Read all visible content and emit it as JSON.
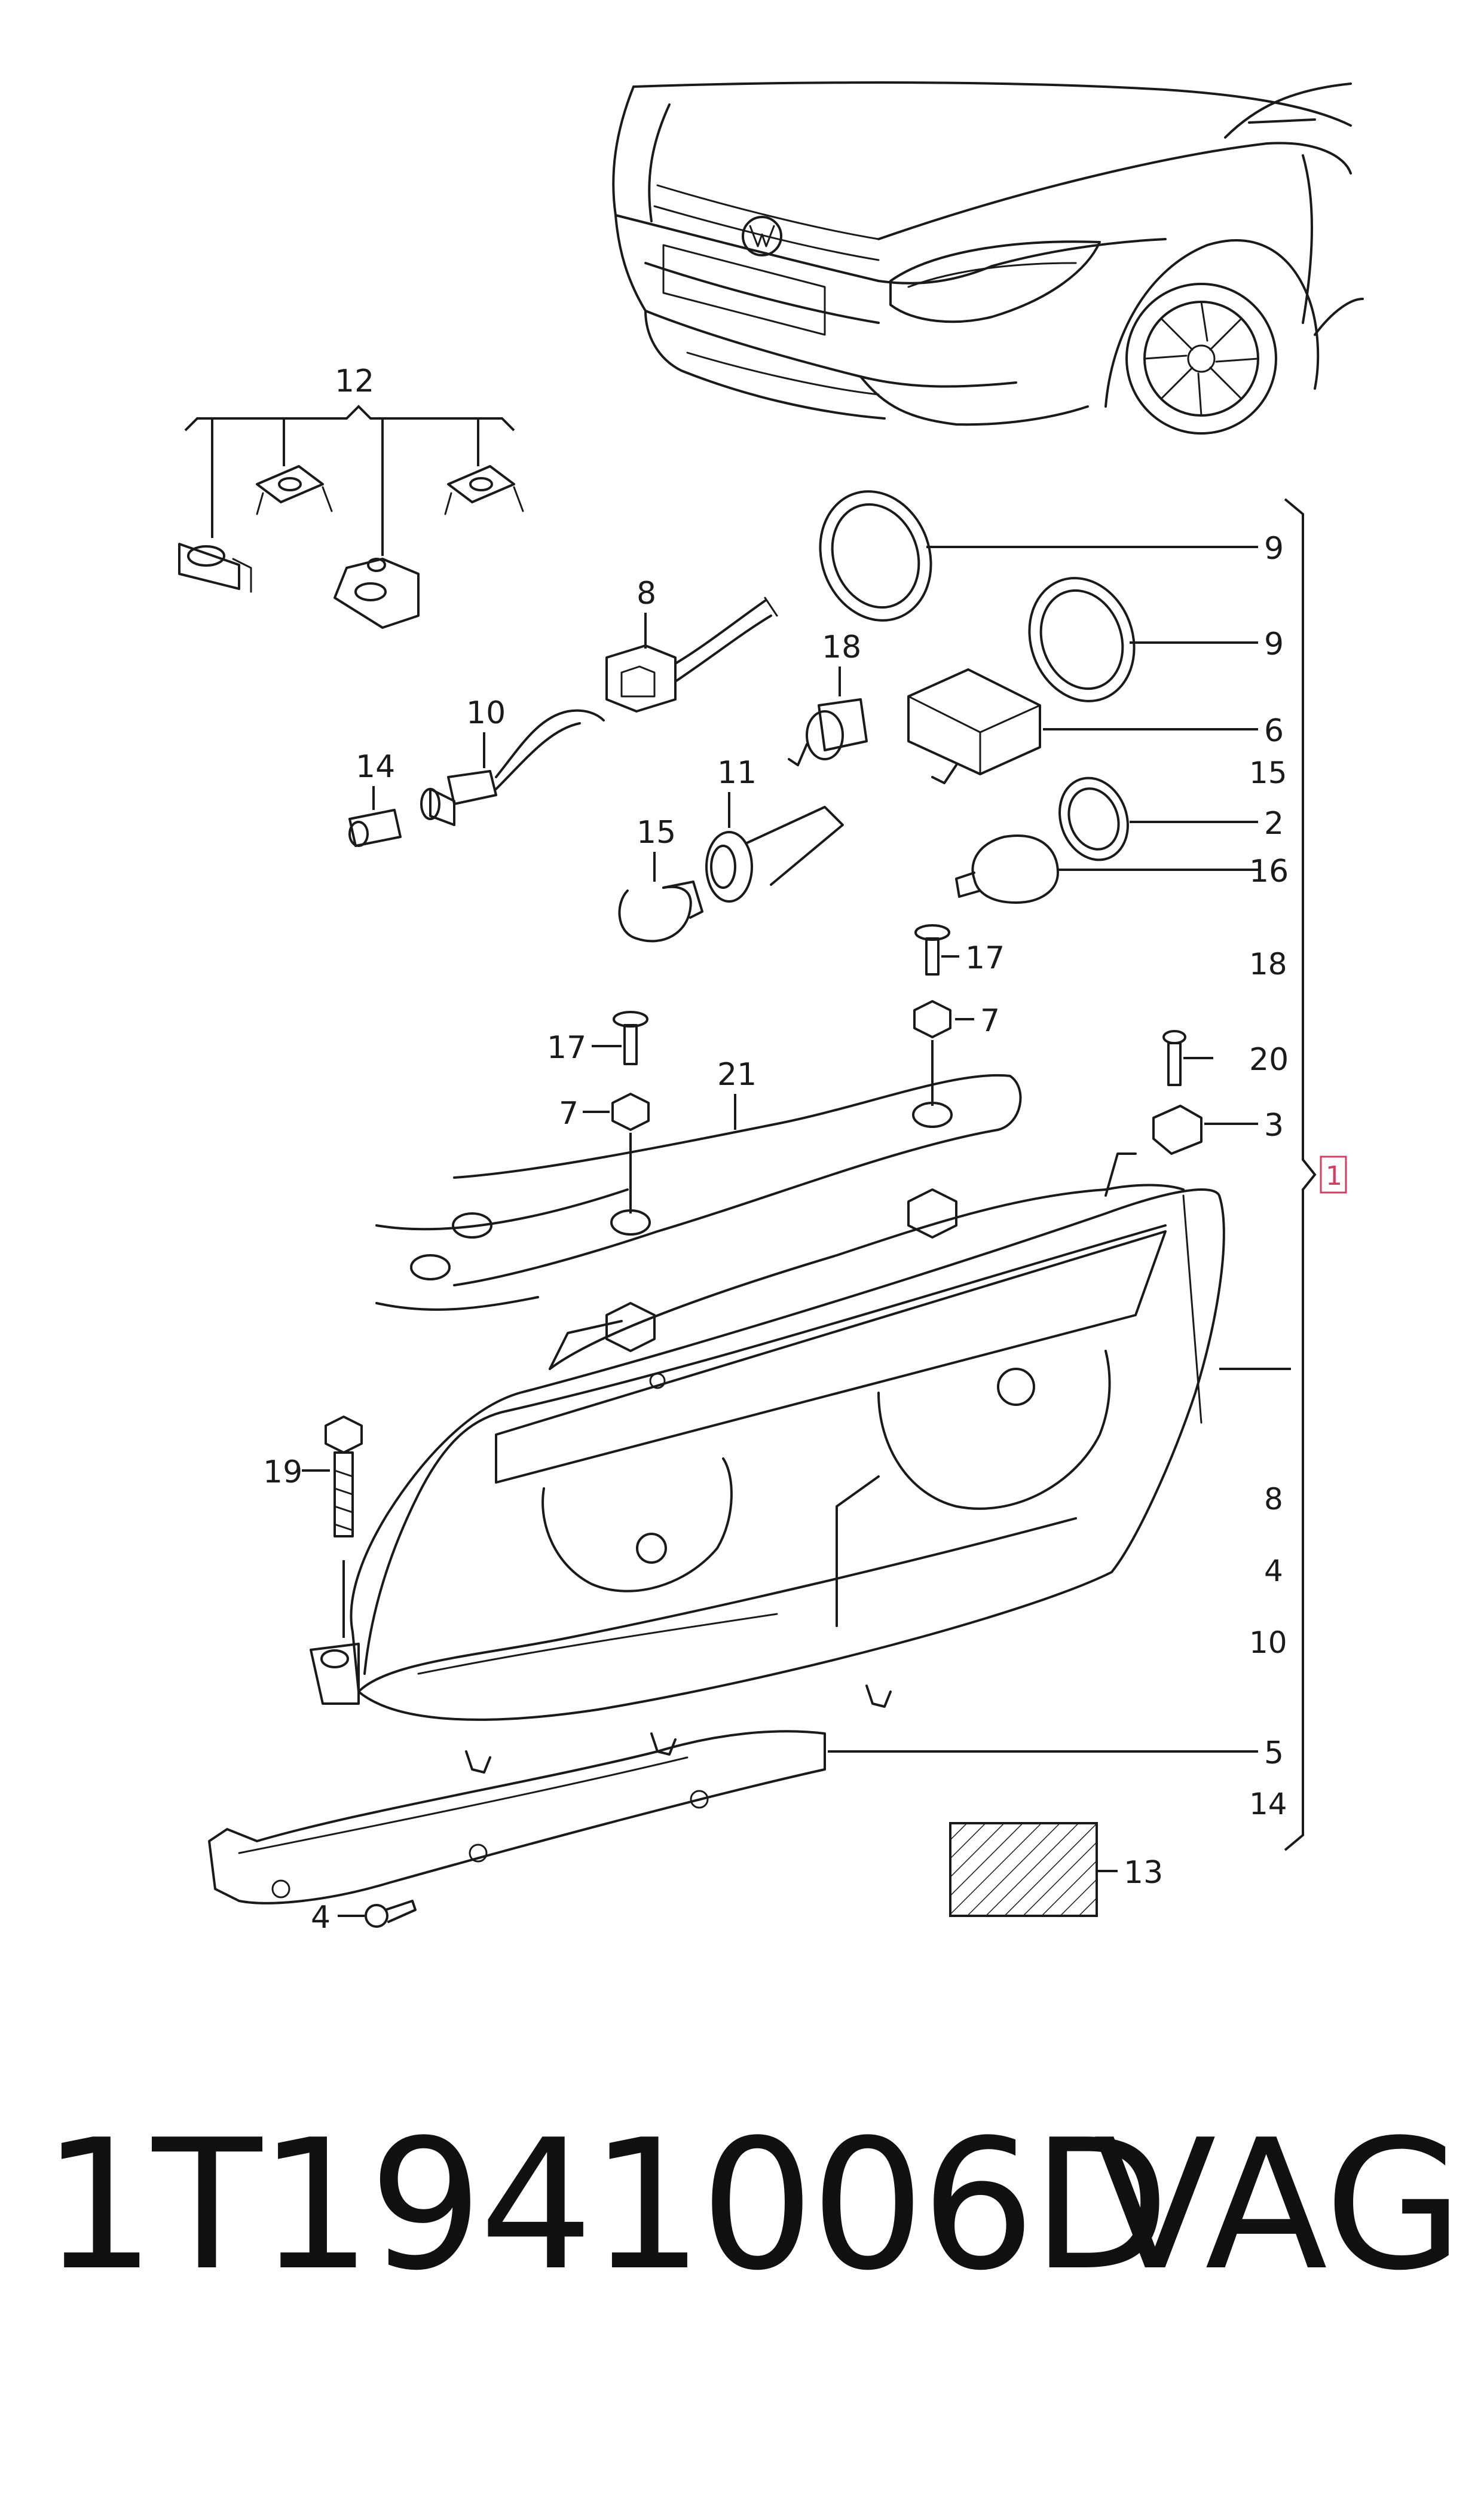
{
  "callouts": {
    "c12": "12",
    "c8": "8",
    "c10": "10",
    "c14a": "14",
    "c18a": "18",
    "c11": "11",
    "c15a": "15",
    "c9a": "9",
    "c9b": "9",
    "c6": "6",
    "c2": "2",
    "c16": "16",
    "c17a": "17",
    "c7a": "7",
    "c17b": "17",
    "c7b": "7",
    "c21": "21",
    "c20": "20",
    "c3": "3",
    "c19": "19",
    "c5": "5",
    "c13": "13",
    "c4": "4"
  },
  "assembly_sublist": [
    "15",
    "18",
    "8",
    "4",
    "10",
    "14"
  ],
  "assembly_label": "1",
  "footer": {
    "part_number": "1T1941006D",
    "brand": "VAG"
  },
  "colors": {
    "line": "#1a1a1a",
    "assembly_box": "#d14060"
  }
}
